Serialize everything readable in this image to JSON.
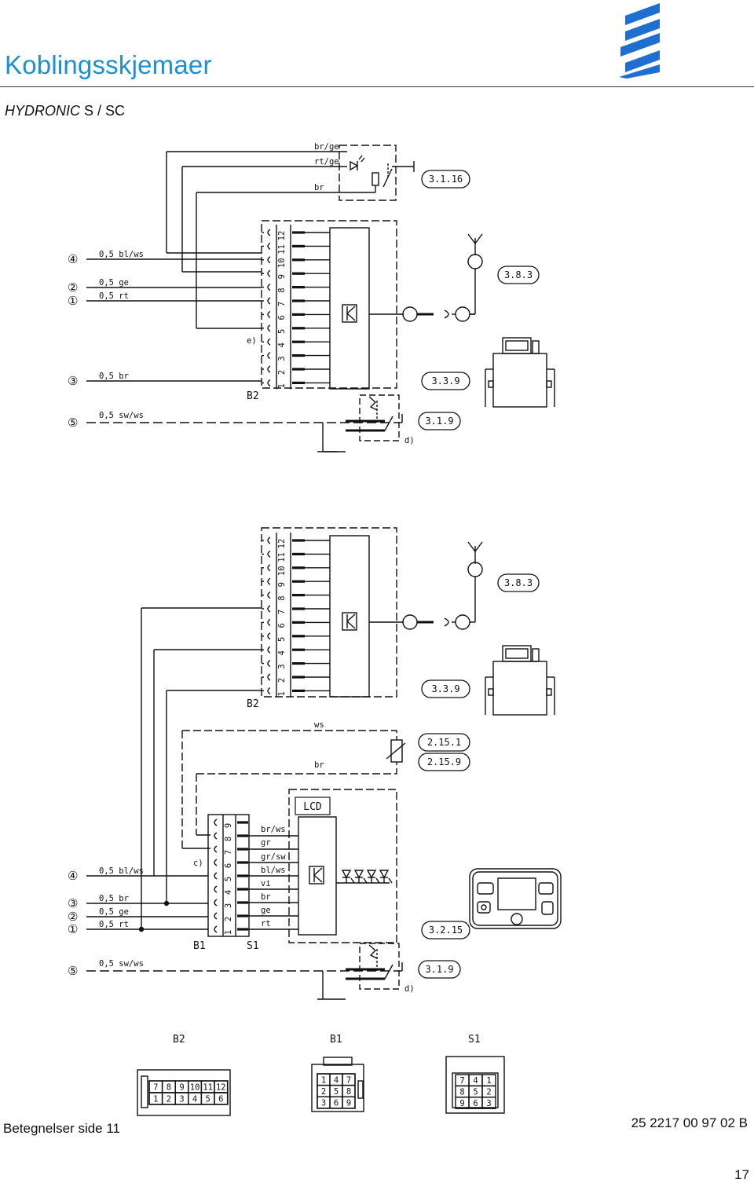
{
  "page": {
    "title": "Koblingsskjemaer",
    "subtitle_model": "HYDRONIC",
    "subtitle_variant": "S / SC",
    "footer_left": "Betegnelser side 11",
    "doc_number": "25 2217 00 97 02 B",
    "page_number": "17"
  },
  "top": {
    "wires_top": [
      "br/ge",
      "rt/ge",
      "br"
    ],
    "ref_top": "3.1.16",
    "inputs": [
      {
        "num": "④",
        "label": "0,5 bl/ws"
      },
      {
        "num": "②",
        "label": "0,5 ge"
      },
      {
        "num": "①",
        "label": "0,5 rt"
      },
      {
        "num": "③",
        "label": "0,5 br"
      },
      {
        "num": "⑤",
        "label": "0,5 sw/ws"
      }
    ],
    "pin_numbers": [
      "12",
      "11",
      "10",
      "9",
      "8",
      "7",
      "6",
      "5",
      "4",
      "3",
      "2",
      "1"
    ],
    "note_e": "e)",
    "conn_label": "B2",
    "ref_right": "3.8.3",
    "ref_mid": "3.3.9",
    "ref_low": "3.1.9",
    "note_d": "d)"
  },
  "bottom": {
    "pin_numbers": [
      "12",
      "11",
      "10",
      "9",
      "8",
      "7",
      "6",
      "5",
      "4",
      "3",
      "2",
      "1"
    ],
    "conn_label": "B2",
    "ref_right": "3.8.3",
    "ref_mid": "3.3.9",
    "wires_sensor": [
      "ws",
      "br"
    ],
    "ref_sensor_1": "2.15.1",
    "ref_sensor_2": "2.15.9",
    "lcd": "LCD",
    "s1_wires": [
      "br/ws",
      "gr",
      "gr/sw",
      "bl/ws",
      "vi",
      "br",
      "ge",
      "rt"
    ],
    "s1_pins": [
      "9",
      "8",
      "7",
      "6",
      "5",
      "4",
      "3",
      "2",
      "1"
    ],
    "note_c": "c)",
    "inputs": [
      {
        "num": "④",
        "label": "0,5 bl/ws"
      },
      {
        "num": "③",
        "label": "0,5 br"
      },
      {
        "num": "②",
        "label": "0,5 ge"
      },
      {
        "num": "①",
        "label": "0,5 rt"
      },
      {
        "num": "⑤",
        "label": "0,5 sw/ws"
      }
    ],
    "b1_label": "B1",
    "s1_label": "S1",
    "ref_panel": "3.2.15",
    "ref_low": "3.1.9",
    "note_d": "d)"
  },
  "legend": {
    "b2_title": "B2",
    "b2_rows": [
      [
        "7",
        "8",
        "9",
        "10",
        "11",
        "12"
      ],
      [
        "1",
        "2",
        "3",
        "4",
        "5",
        "6"
      ]
    ],
    "b1_title": "B1",
    "b1_rows": [
      [
        "1",
        "4",
        "7"
      ],
      [
        "2",
        "5",
        "8"
      ],
      [
        "3",
        "6",
        "9"
      ]
    ],
    "s1_title": "S1",
    "s1_rows": [
      [
        "7",
        "4",
        "1"
      ],
      [
        "8",
        "5",
        "2"
      ],
      [
        "9",
        "6",
        "3"
      ]
    ]
  },
  "colors": {
    "title_blue": "#1e8fd0",
    "logo_blue": "#1f6fd1",
    "ink": "#111111"
  }
}
